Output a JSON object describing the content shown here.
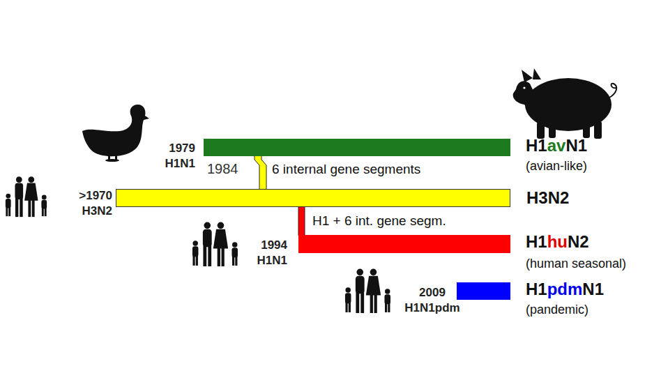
{
  "diagram": {
    "nodes": [
      {
        "text": [
          "1979 H1N1",
          "H1avN1",
          "(avian-like)"
        ]
      },
      {
        "text": [
          ">1970 H3N2",
          "H3N2"
        ]
      },
      {
        "text": [
          "1994 H1N1",
          "H1huN2",
          "(human seasonal)"
        ]
      },
      {
        "text": [
          "2009 H1N1pdm",
          "H1pdmN1",
          "(pandemic)"
        ]
      }
    ],
    "edges": [
      {
        "from": 0,
        "to": 1,
        "arrow": "none",
        "label": "6 internal gene segments"
      },
      {
        "from": 1,
        "to": 2,
        "arrow": "none",
        "label": "H1 + 6 int. gene segm."
      }
    ],
    "labels": [
      "1984"
    ]
  }
}
